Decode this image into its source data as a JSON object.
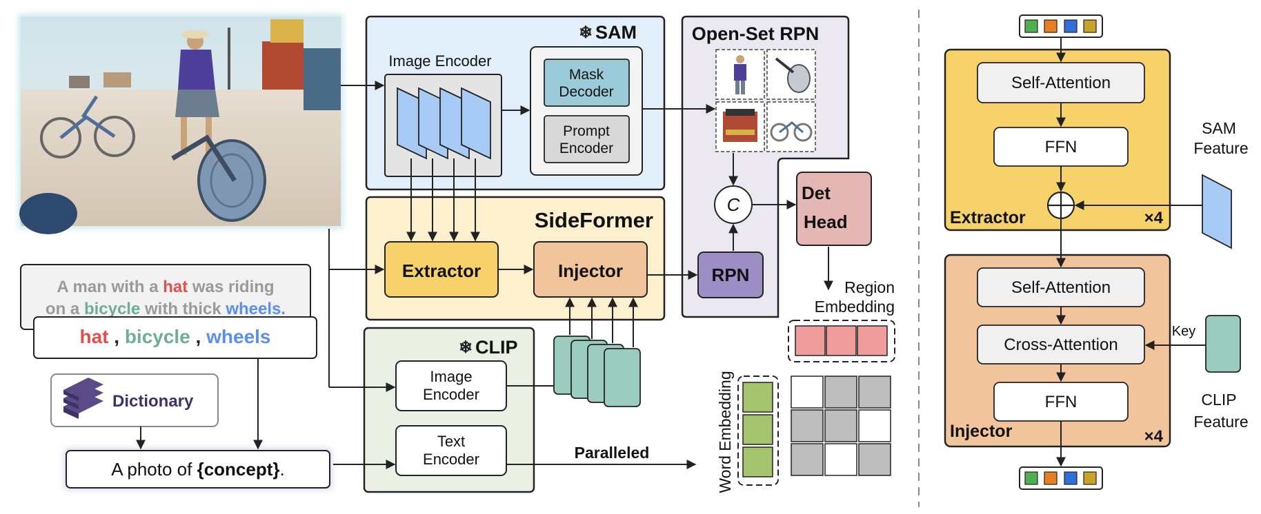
{
  "sam": {
    "title": "SAM",
    "image_encoder": "Image Encoder",
    "mask_decoder": [
      "Mask",
      "Decoder"
    ],
    "prompt_encoder": [
      "Prompt",
      "Encoder"
    ]
  },
  "rpn": {
    "title": "Open-Set RPN",
    "rpn_label": "RPN",
    "concat_symbol": "C",
    "det_head": [
      "Det",
      "Head"
    ]
  },
  "sideformer": {
    "title": "SideFormer",
    "extractor": "Extractor",
    "injector": "Injector"
  },
  "clip": {
    "title": "CLIP",
    "image_encoder": [
      "Image",
      "Encoder"
    ],
    "text_encoder": [
      "Text",
      "Encoder"
    ]
  },
  "caption": {
    "line1": [
      {
        "text": "A man with a ",
        "color": "#9a9a9a"
      },
      {
        "text": "hat",
        "color": "#e0504c"
      },
      {
        "text": " was riding",
        "color": "#9a9a9a"
      }
    ],
    "line2": [
      {
        "text": "on a ",
        "color": "#9a9a9a"
      },
      {
        "text": "bicycle",
        "color": "#6fae94"
      },
      {
        "text": " with thick ",
        "color": "#9a9a9a"
      },
      {
        "text": "wheels.",
        "color": "#5b8ef0"
      }
    ]
  },
  "concepts": [
    {
      "text": "hat",
      "color": "#e0504c"
    },
    {
      "text": " , ",
      "color": "#222222"
    },
    {
      "text": "bicycle",
      "color": "#6fae94"
    },
    {
      "text": " , ",
      "color": "#222222"
    },
    {
      "text": "wheels",
      "color": "#5b8ef0"
    }
  ],
  "dictionary": "Dictionary",
  "prompt": {
    "prefix": "A photo of ",
    "concept": "{concept}",
    "suffix": "."
  },
  "labels": {
    "region_embedding": [
      "Region",
      "Embedding"
    ],
    "word_embedding": "Word Embedding",
    "paralleled": "Paralleled"
  },
  "detail": {
    "extractor": {
      "title": "Extractor",
      "repeat": "×4",
      "self_attention": "Self-Attention",
      "ffn": "FFN"
    },
    "injector": {
      "title": "Injector",
      "repeat": "×4",
      "self_attention": "Self-Attention",
      "cross_attention": "Cross-Attention",
      "ffn": "FFN"
    },
    "sam_feature": [
      "SAM",
      "Feature"
    ],
    "clip_feature": [
      "CLIP",
      "Feature"
    ],
    "key_label": "Key"
  },
  "colors": {
    "token_green": "#4caf50",
    "token_orange": "#e67e22",
    "token_blue": "#2f6fd6",
    "token_yellow": "#c9a227",
    "snowflake": "#222222"
  }
}
